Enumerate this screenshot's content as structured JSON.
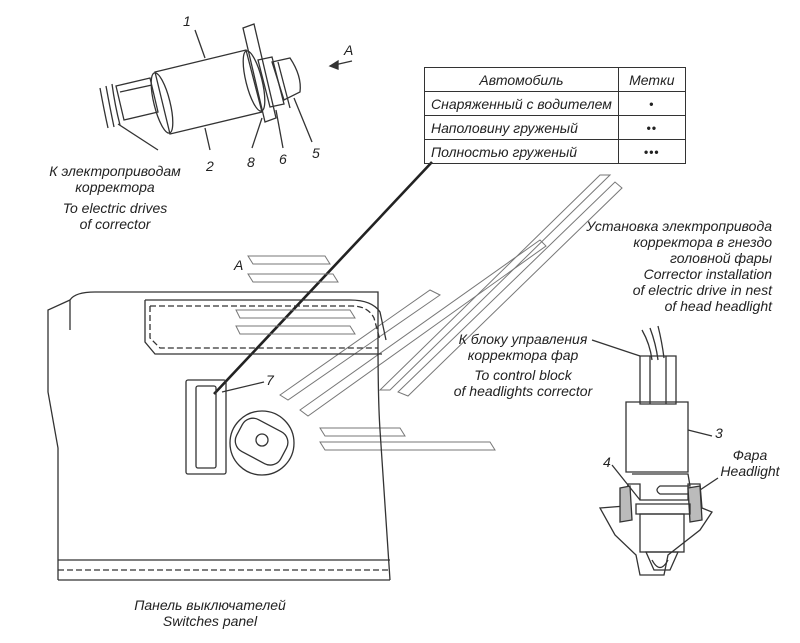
{
  "diagram": {
    "view_letter": "A",
    "view_arrow_label": "A",
    "part_numbers": {
      "p1": "1",
      "p2": "2",
      "p3": "3",
      "p4": "4",
      "p5": "5",
      "p6": "6",
      "p7": "7",
      "p8": "8"
    },
    "labels": {
      "drives_ru_1": "К электроприводам",
      "drives_ru_2": "корректора",
      "drives_en_1": "To electric drives",
      "drives_en_2": "of corrector",
      "install_ru_1": "Установка электропривода",
      "install_ru_2": "корректора в гнездо",
      "install_ru_3": "головной фары",
      "install_en_1": "Corrector installation",
      "install_en_2": "of electric drive in nest",
      "install_en_3": "of head headlight",
      "control_ru_1": "К блоку управления",
      "control_ru_2": "корректора фар",
      "control_en_1": "To control block",
      "control_en_2": "of headlights corrector",
      "headlight_ru": "Фара",
      "headlight_en": "Headlight",
      "panel_ru": "Панель выключателей",
      "panel_en": "Switches panel"
    },
    "table": {
      "header_vehicle": "Автомобиль",
      "header_marks": "Метки",
      "rows": [
        {
          "vehicle": "Снаряженный с водителем",
          "mark": "•"
        },
        {
          "vehicle": "Наполовину груженый",
          "mark": "••"
        },
        {
          "vehicle": "Полностью груженый",
          "mark": "•••"
        }
      ]
    }
  }
}
